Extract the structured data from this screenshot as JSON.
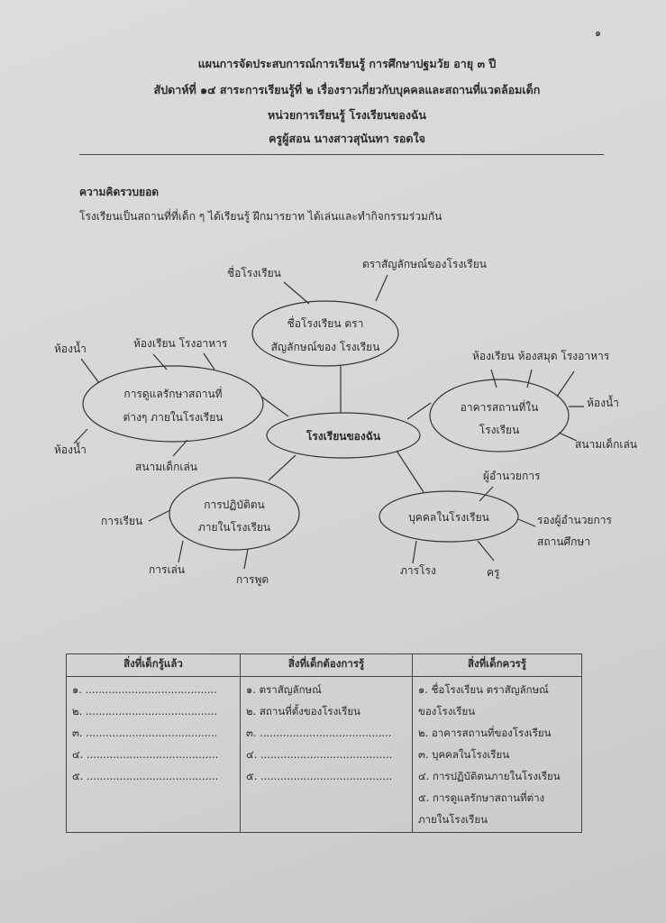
{
  "page_number": "๑",
  "header": {
    "line1": "แผนการจัดประสบการณ์การเรียนรู้ การศึกษาปฐมวัย อายุ ๓ ปี",
    "line2": "สัปดาห์ที่ ๑๔ สาระการเรียนรู้ที่ ๒ เรื่องราวเกี่ยวกับบุคคลและสถานที่แวดล้อมเด็ก",
    "line3": "หน่วยการเรียนรู้ โรงเรียนของฉัน",
    "line4": "ครูผู้สอน นางสาวสุนันทา   รอดใจ"
  },
  "concept": {
    "heading": "ความคิดรวบยอด",
    "text": "โรงเรียนเป็นสถานที่ที่เด็ก ๆ ได้เรียนรู้ ฝึกมารยาท ได้เล่นและทำกิจกรรมร่วมกัน"
  },
  "mindmap": {
    "center": "โรงเรียนของฉัน",
    "top": {
      "l1": "ชื่อโรงเรียน ตรา",
      "l2": "สัญลักษณ์ของ โรงเรียน",
      "leaves": [
        "ชื่อโรงเรียน",
        "ตราสัญลักษณ์ของโรงเรียน"
      ]
    },
    "left": {
      "l1": "การดูแลรักษาสถานที่",
      "l2": "ต่างๆ ภายในโรงเรียน",
      "leaves": [
        "ห้องน้ำ",
        "ห้องเรียน  โรงอาหาร",
        "ห้องน้ำ",
        "สนามเด็กเล่น"
      ]
    },
    "right": {
      "l1": "อาคารสถานที่ใน",
      "l2": "โรงเรียน",
      "leaves": [
        "ห้องเรียน  ห้องสมุด  โรงอาหาร",
        "ห้องน้ำ",
        "สนามเด็กเล่น"
      ]
    },
    "bottom_left": {
      "l1": "การปฏิบัติตน",
      "l2": "ภายในโรงเรียน",
      "leaves": [
        "การเรียน",
        "การเล่น",
        "การพูด"
      ]
    },
    "bottom_right": {
      "l1": "บุคคลในโรงเรียน",
      "leaves": [
        "ผู้อำนวยการ",
        "รองผู้อำนวยการ",
        "สถานศึกษา",
        "ภารโรง",
        "ครู"
      ]
    }
  },
  "table": {
    "headers": [
      "สิ่งที่เด็กรู้แล้ว",
      "สิ่งที่เด็กต้องการรู้",
      "สิ่งที่เด็กควรรู้"
    ],
    "col1": [
      "๑. ........................................",
      "๒. ........................................",
      "๓. ........................................",
      "๔. ........................................",
      "๕. ........................................"
    ],
    "col2": [
      "๑. ตราสัญลักษณ์",
      "๒. สถานที่ตั้งของโรงเรียน",
      "๓. ........................................",
      "๔. ........................................",
      "๕. ........................................"
    ],
    "col3": [
      "๑. ชื่อโรงเรียน ตราสัญลักษณ์",
      "ของโรงเรียน",
      "๒. อาคารสถานที่ของโรงเรียน",
      "๓. บุคคลในโรงเรียน",
      "๔. การปฏิบัติตนภายในโรงเรียน",
      "๕. การดูแลรักษาสถานที่ต่าง",
      "ภายในโรงเรียน"
    ]
  }
}
